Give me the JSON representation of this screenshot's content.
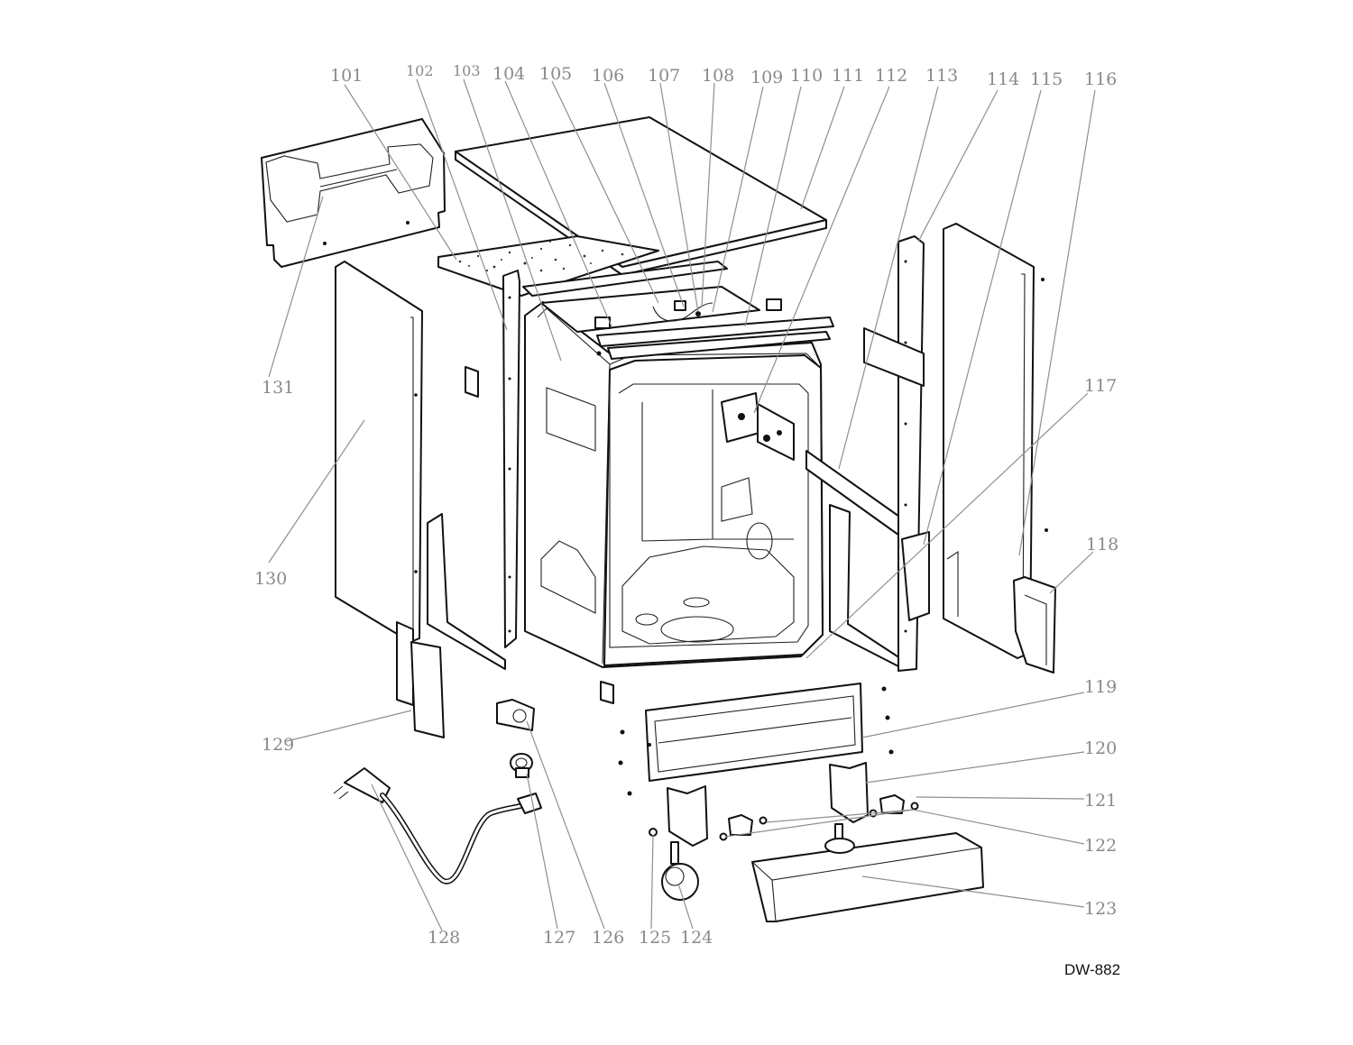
{
  "diagram": {
    "model_code": "DW-882",
    "callouts": [
      {
        "id": "101",
        "label": "101"
      },
      {
        "id": "102",
        "label": "102"
      },
      {
        "id": "103",
        "label": "103"
      },
      {
        "id": "104",
        "label": "104"
      },
      {
        "id": "105",
        "label": "105"
      },
      {
        "id": "106",
        "label": "106"
      },
      {
        "id": "107",
        "label": "107"
      },
      {
        "id": "108",
        "label": "108"
      },
      {
        "id": "109",
        "label": "109"
      },
      {
        "id": "110",
        "label": "110"
      },
      {
        "id": "111",
        "label": "111"
      },
      {
        "id": "112",
        "label": "112"
      },
      {
        "id": "113",
        "label": "113"
      },
      {
        "id": "114",
        "label": "114"
      },
      {
        "id": "115",
        "label": "115"
      },
      {
        "id": "116",
        "label": "116"
      },
      {
        "id": "117",
        "label": "117"
      },
      {
        "id": "118",
        "label": "118"
      },
      {
        "id": "119",
        "label": "119"
      },
      {
        "id": "120",
        "label": "120"
      },
      {
        "id": "121",
        "label": "121"
      },
      {
        "id": "122",
        "label": "122"
      },
      {
        "id": "123",
        "label": "123"
      },
      {
        "id": "124",
        "label": "124"
      },
      {
        "id": "125",
        "label": "125"
      },
      {
        "id": "126",
        "label": "126"
      },
      {
        "id": "127",
        "label": "127"
      },
      {
        "id": "128",
        "label": "128"
      },
      {
        "id": "129",
        "label": "129"
      },
      {
        "id": "130",
        "label": "130"
      },
      {
        "id": "131",
        "label": "131"
      }
    ]
  }
}
